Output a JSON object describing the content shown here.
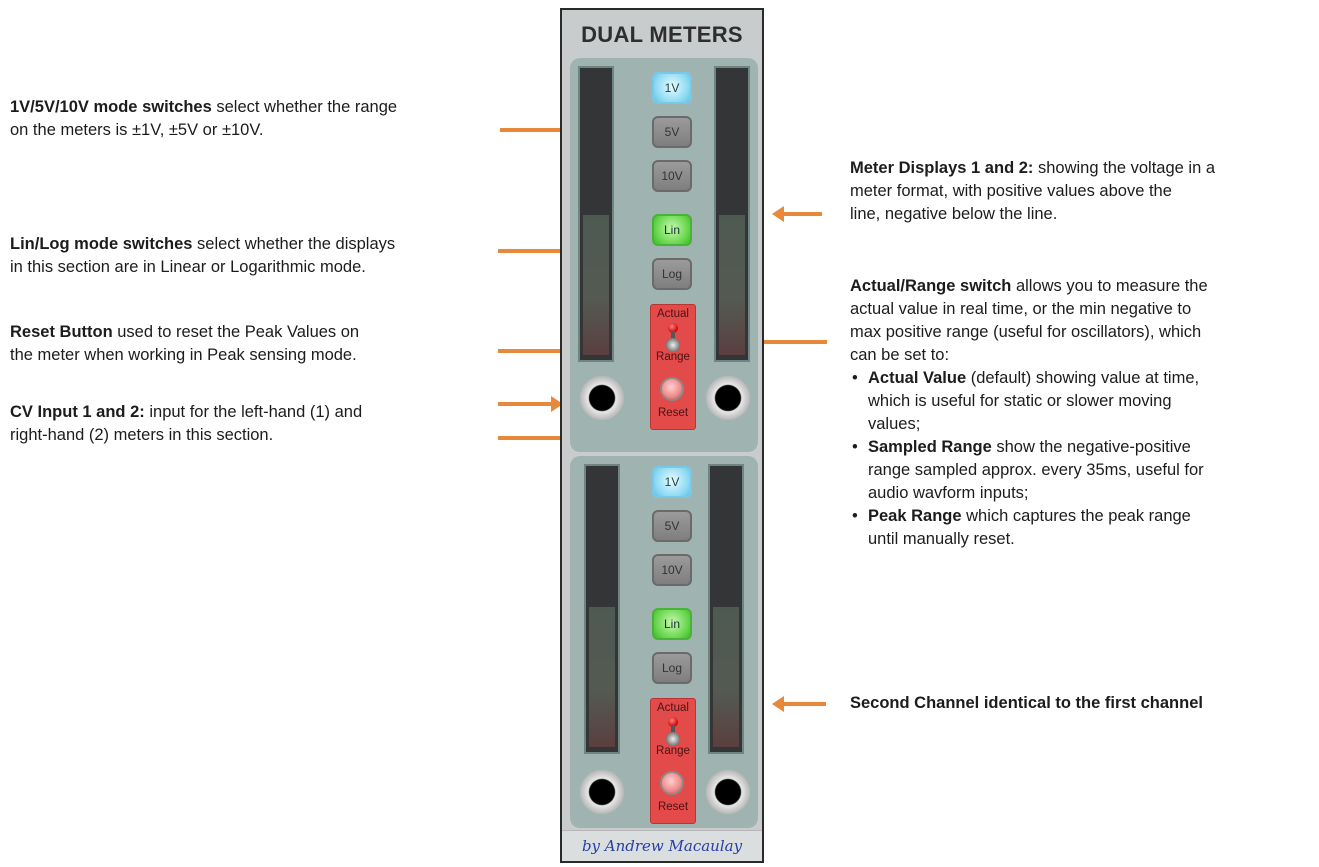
{
  "module": {
    "title": "DUAL METERS",
    "footer": "by Andrew Macaulay",
    "channels": [
      {
        "range_buttons": [
          "1V",
          "5V",
          "10V"
        ],
        "mode_buttons": [
          "Lin",
          "Log"
        ],
        "switch_top": "Actual",
        "switch_bottom": "Range",
        "reset": "Reset",
        "selected_range": "1V",
        "selected_mode": "Lin"
      },
      {
        "range_buttons": [
          "1V",
          "5V",
          "10V"
        ],
        "mode_buttons": [
          "Lin",
          "Log"
        ],
        "switch_top": "Actual",
        "switch_bottom": "Range",
        "reset": "Reset",
        "selected_range": "1V",
        "selected_mode": "Lin"
      }
    ]
  },
  "notes": {
    "range": {
      "bold": "1V/5V/10V mode switches",
      "text": " select whether the range",
      "line2": "on the meters is ±1V, ±5V or ±10V."
    },
    "linlog": {
      "bold": "Lin/Log mode switches",
      "text": " select whether the displays",
      "line2": "in this section are in Linear or Logarithmic mode."
    },
    "reset": {
      "bold": "Reset Button",
      "text": " used to reset the Peak Values on",
      "line2": "the meter when working in Peak sensing mode."
    },
    "cv": {
      "bold": "CV Input 1 and 2:",
      "text": " input for the left-hand (1) and",
      "line2": "right-hand (2) meters in this section."
    },
    "meters": {
      "bold": "Meter Displays 1 and 2:",
      "text": " showing the voltage in a",
      "line2": "meter format, with positive values above the",
      "line3": "line, negative below the line."
    },
    "actual": {
      "bold": "Actual/Range switch",
      "text": " allows you to measure the",
      "line2": "actual value in real time, or the min negative to",
      "line3": "max positive range (useful for oscillators), which",
      "line4": "can be set to:",
      "bullets": [
        {
          "bold": "Actual Value",
          "text": " (default) showing value at time,",
          "l2": "which is useful for static or slower moving",
          "l3": "values;"
        },
        {
          "bold": "Sampled Range",
          "text": " show the negative-positive",
          "l2": "range sampled approx. every 35ms, useful for",
          "l3": "audio wavform inputs;"
        },
        {
          "bold": "Peak Range",
          "text": " which captures the peak range",
          "l2": "until manually reset.",
          "l3": ""
        }
      ]
    },
    "second": {
      "bold": "Second Channel identical to the first channel"
    }
  },
  "colors": {
    "arrow": "#e8883a",
    "panel": "#9fb4b0",
    "button_selected_range": "#8bd9f2",
    "button_selected_mode": "#64d54a",
    "red_panel": "#e34a4a",
    "footer_text": "#2540a8"
  }
}
